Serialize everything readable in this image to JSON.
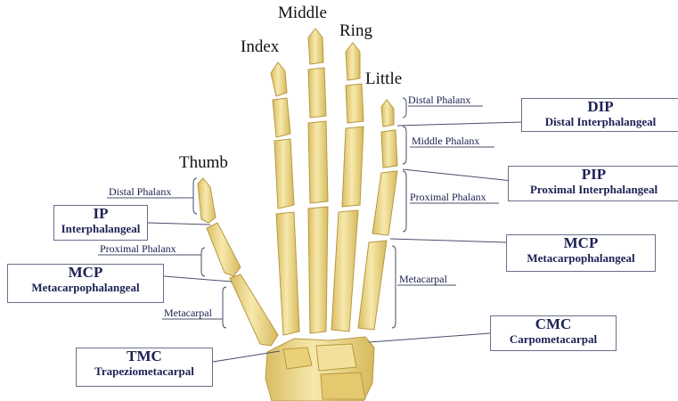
{
  "fingers": {
    "thumb": "Thumb",
    "index": "Index",
    "middle": "Middle",
    "ring": "Ring",
    "little": "Little"
  },
  "segments": {
    "distal_right": "Distal Phalanx",
    "middle_right": "Middle Phalanx",
    "proximal_right": "Proximal Phalanx",
    "metacarpal_right": "Metacarpal",
    "distal_left": "Distal Phalanx",
    "proximal_left": "Proximal Phalanx",
    "metacarpal_left": "Metacarpal"
  },
  "joints": {
    "dip": {
      "abbr": "DIP",
      "full": "Distal Interphalangeal"
    },
    "pip": {
      "abbr": "PIP",
      "full": "Proximal Interphalangeal"
    },
    "mcp_right": {
      "abbr": "MCP",
      "full": "Metacarpophalangeal"
    },
    "cmc": {
      "abbr": "CMC",
      "full": "Carpometacarpal"
    },
    "ip": {
      "abbr": "IP",
      "full": "Interphalangeal"
    },
    "mcp_left": {
      "abbr": "MCP",
      "full": "Metacarpophalangeal"
    },
    "tmc": {
      "abbr": "TMC",
      "full": "Trapeziometacarpal"
    }
  },
  "colors": {
    "bone": "#f1dc93",
    "bone_edge": "#c9a94f",
    "label_text": "#1b2154",
    "leader_line": "#4a4f6a"
  }
}
